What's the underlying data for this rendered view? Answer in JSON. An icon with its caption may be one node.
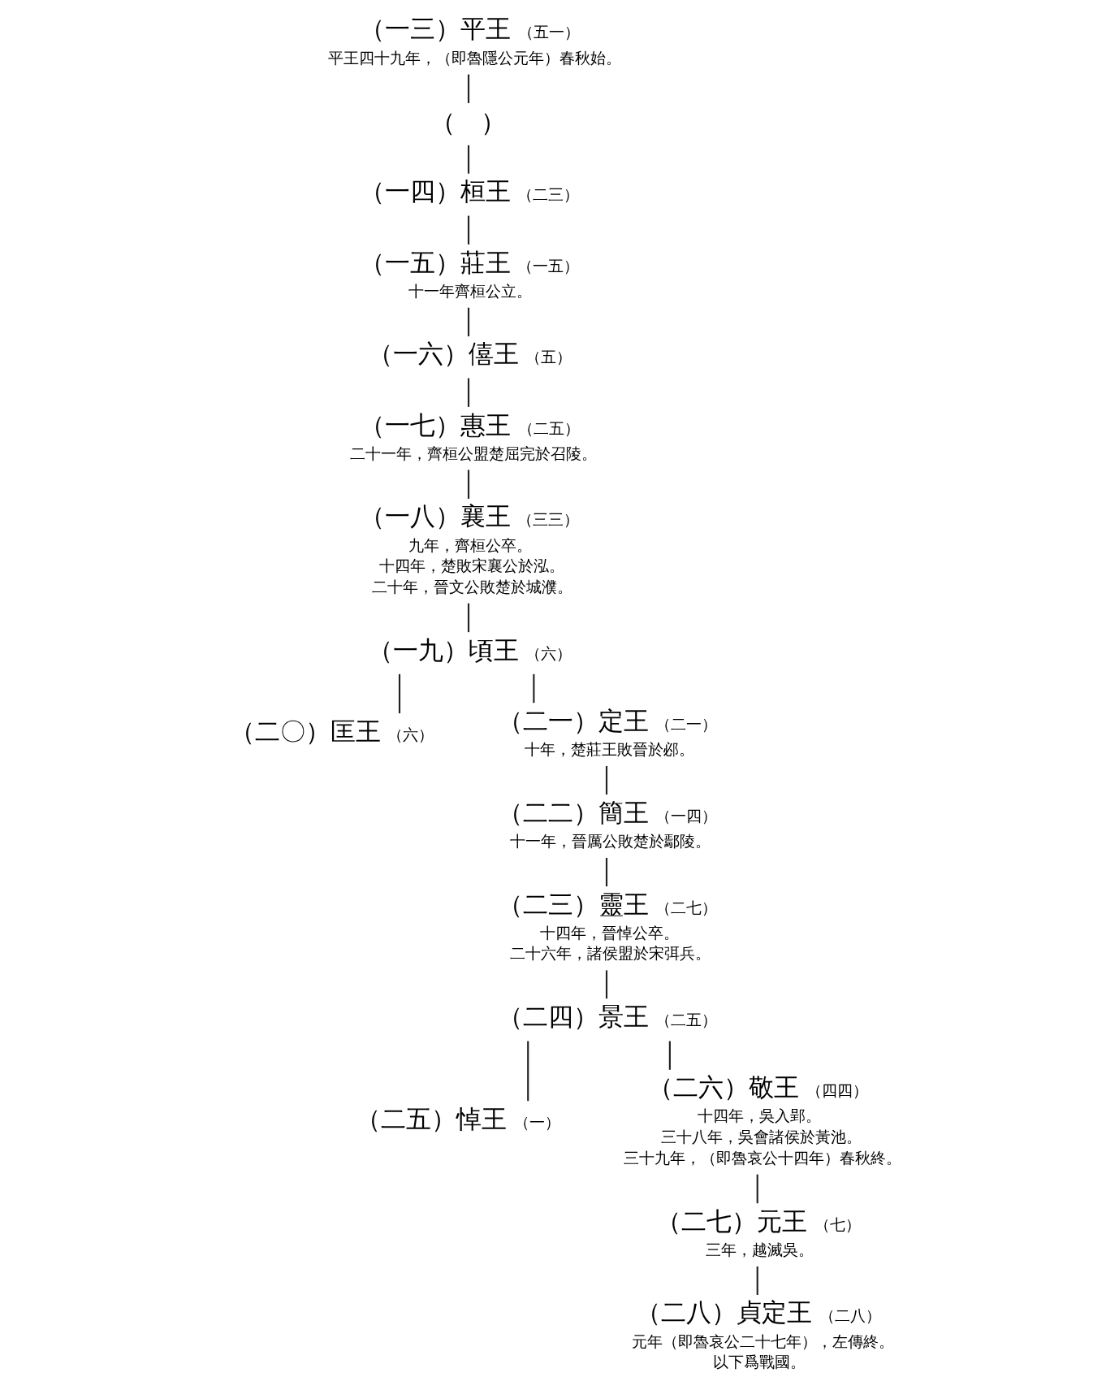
{
  "diagram": {
    "nodes": [
      {
        "text": [
          "（一三）平王"
        ],
        "beside": [
          "（五一）",
          "平王四十九年，（即魯隱公元年）春秋始。"
        ]
      },
      {
        "text": [
          "（　）"
        ]
      },
      {
        "text": [
          "（一四）桓王"
        ],
        "beside": [
          "（二三）"
        ]
      },
      {
        "text": [
          "（一五）莊王"
        ],
        "beside": [
          "（一五）",
          "十一年齊桓公立。"
        ]
      },
      {
        "text": [
          "（一六）僖王"
        ],
        "beside": [
          "（五）"
        ]
      },
      {
        "text": [
          "（一七）惠王"
        ],
        "beside": [
          "（二五）",
          "二十一年，齊桓公盟楚屈完於召陵。"
        ]
      },
      {
        "text": [
          "（一八）襄王"
        ],
        "beside": [
          "（三三）",
          "九年，齊桓公卒。",
          "十四年，楚敗宋襄公於泓。",
          "二十年，晉文公敗楚於城濮。"
        ]
      },
      {
        "text": [
          "（一九）頃王"
        ],
        "beside": [
          "（六）"
        ]
      },
      {
        "text": [
          "（二〇）匡王"
        ],
        "beside": [
          "（六）"
        ]
      },
      {
        "text": [
          "（二一）定王"
        ],
        "beside": [
          "（二一）",
          "十年，楚莊王敗晉於邲。"
        ]
      },
      {
        "text": [
          "（二二）簡王"
        ],
        "beside": [
          "（一四）",
          "十一年，晉厲公敗楚於鄢陵。"
        ]
      },
      {
        "text": [
          "（二三）靈王"
        ],
        "beside": [
          "（二七）",
          "十四年，晉悼公卒。",
          "二十六年，諸侯盟於宋弭兵。"
        ]
      },
      {
        "text": [
          "（二四）景王"
        ],
        "beside": [
          "（二五）"
        ]
      },
      {
        "text": [
          "（二五）悼王"
        ],
        "beside": [
          "（一）"
        ]
      },
      {
        "text": [
          "（二六）敬王"
        ],
        "beside": [
          "（四四）",
          "十四年，吳入郢。",
          "三十八年，吳會諸侯於黃池。",
          "三十九年，（即魯哀公十四年）春秋終。"
        ]
      },
      {
        "text": [
          "（二七）元王"
        ],
        "beside": [
          "（七）",
          "三年，越滅吳。"
        ]
      },
      {
        "text": [
          "（二八）貞定王"
        ],
        "beside": [
          "（二八）",
          "元年（即魯哀公二十七年），左傳終。",
          "以下爲戰國。"
        ]
      }
    ],
    "edges": [
      {
        "from": 0,
        "to": 1,
        "arrow": "none"
      },
      {
        "from": 1,
        "to": 2,
        "arrow": "none"
      },
      {
        "from": 2,
        "to": 3,
        "arrow": "none"
      },
      {
        "from": 3,
        "to": 4,
        "arrow": "none"
      },
      {
        "from": 4,
        "to": 5,
        "arrow": "none"
      },
      {
        "from": 5,
        "to": 6,
        "arrow": "none"
      },
      {
        "from": 6,
        "to": 7,
        "arrow": "none"
      },
      {
        "from": 7,
        "to": 8,
        "arrow": "none"
      },
      {
        "from": 7,
        "to": 9,
        "arrow": "none"
      },
      {
        "from": 9,
        "to": 10,
        "arrow": "none"
      },
      {
        "from": 10,
        "to": 11,
        "arrow": "none"
      },
      {
        "from": 11,
        "to": 12,
        "arrow": "none"
      },
      {
        "from": 12,
        "to": 13,
        "arrow": "none"
      },
      {
        "from": 12,
        "to": 14,
        "arrow": "none"
      },
      {
        "from": 14,
        "to": 15,
        "arrow": "none"
      },
      {
        "from": 15,
        "to": 16,
        "arrow": "none"
      }
    ]
  }
}
